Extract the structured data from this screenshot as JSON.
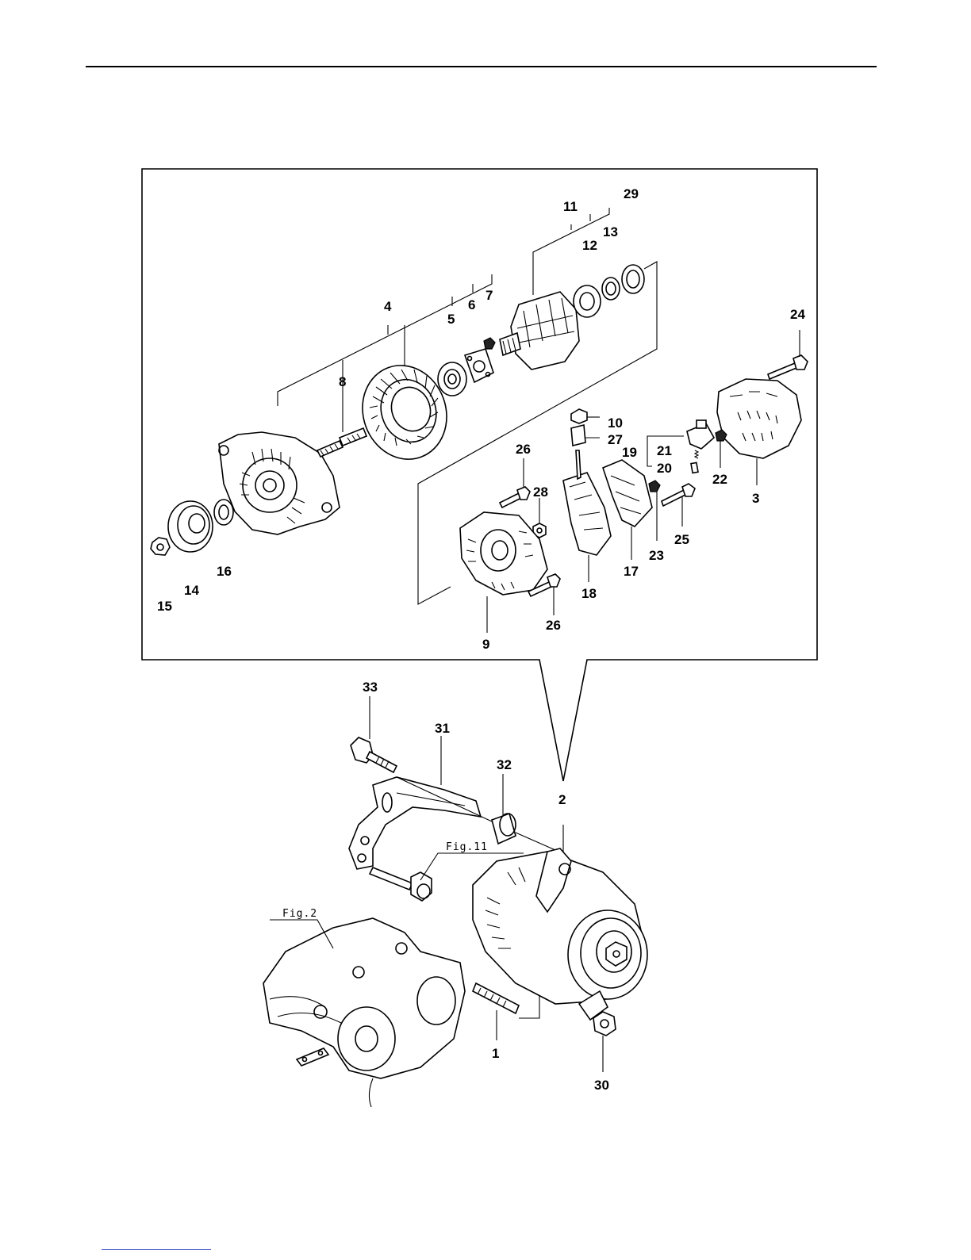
{
  "callouts": [
    "1",
    "2",
    "3",
    "4",
    "5",
    "6",
    "7",
    "8",
    "9",
    "10",
    "11",
    "12",
    "13",
    "14",
    "15",
    "16",
    "17",
    "18",
    "19",
    "20",
    "21",
    "22",
    "23",
    "24",
    "25",
    "26",
    "26",
    "27",
    "28",
    "29",
    "30",
    "31",
    "32",
    "33"
  ],
  "references": {
    "fig11": "Fig.11",
    "fig2": "Fig.2"
  },
  "colors": {
    "ink": "#000000",
    "paper": "#ffffff",
    "footer_link": "#2a3fbf"
  }
}
